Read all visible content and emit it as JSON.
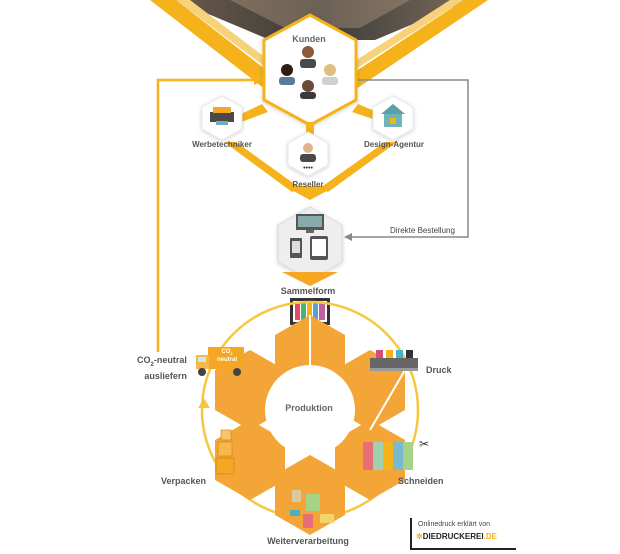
{
  "nodes": {
    "kunden": "Kunden",
    "werbetechniker": "Werbetechniker",
    "design_agentur": "Design-Agentur",
    "reseller": "Reseller",
    "direkte_bestellung": "Direkte Bestellung",
    "sammelform": "Sammelform",
    "produktion": "Produktion",
    "druck": "Druck",
    "schneiden": "Schneiden",
    "weiterverarbeitung": "Weiterverarbeitung",
    "verpacken": "Verpacken",
    "co2_line1_prefix": "CO",
    "co2_line1_sub": "2",
    "co2_line1_suffix": "-neutral",
    "co2_line2": "ausliefern",
    "truck_badge_prefix": "CO",
    "truck_badge_sub": "2",
    "truck_badge_line2": "neutral"
  },
  "branding": {
    "tagline": "Onlinedruck erklärt von",
    "logo_text": "DIEDRUCKEREI",
    "logo_domain": ".DE"
  },
  "colors": {
    "accent": "#f5b21b",
    "hex_fill": "#f3a537",
    "arrow": "#f5a623",
    "text": "#555555",
    "line_gray": "#888888"
  }
}
